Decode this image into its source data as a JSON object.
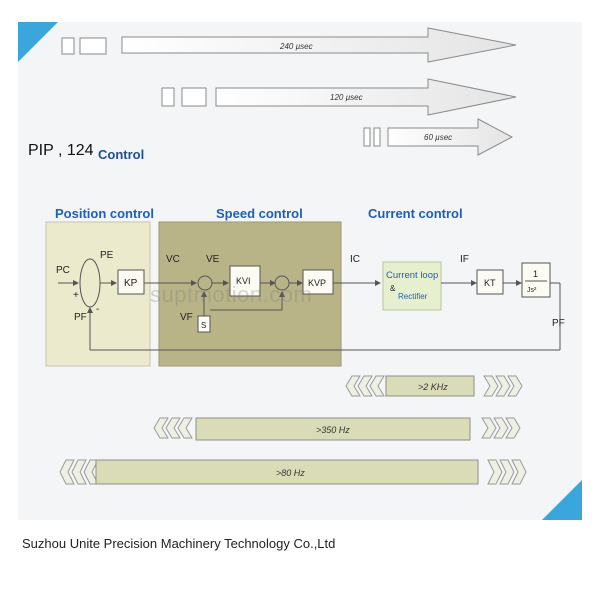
{
  "header": {
    "title": "PIP , 124",
    "subtitle": "Control"
  },
  "timing": {
    "arrow_240": "240 µsec",
    "arrow_120": "120 µsec",
    "arrow_60": "60 µsec"
  },
  "sections": {
    "position": "Position control",
    "speed": "Speed control",
    "current": "Current control"
  },
  "blocks": {
    "kp": "KP",
    "kvi": "KVI",
    "kvp": "KVP",
    "s": "S",
    "kt": "KT",
    "integrator_num": "1",
    "integrator_den": "Js²",
    "current_loop": "Current loop",
    "amp": "&",
    "rectifier": "Rectifier"
  },
  "signals": {
    "pc": "PC",
    "pe": "PE",
    "pf_left": "PF",
    "plus_left": "+",
    "minus_left": "-",
    "vc": "VC",
    "ve": "VE",
    "vf": "VF",
    "ic": "IC",
    "if": "IF",
    "pf_right": "PF"
  },
  "bandwidth": {
    "current_bw": ">2 KHz",
    "speed_bw": ">350 Hz",
    "position_bw": ">80 Hz"
  },
  "watermark": "suptmotion.com",
  "footer": "Suzhou Unite Precision Machinery Technology Co.,Ltd",
  "colors": {
    "accent_blue": "#3aa6dc",
    "section_blue": "#1f5fb5",
    "position_bg": "#eceacd",
    "speed_bg": "#b9b488",
    "bar_fill": "#d9dcb6"
  }
}
